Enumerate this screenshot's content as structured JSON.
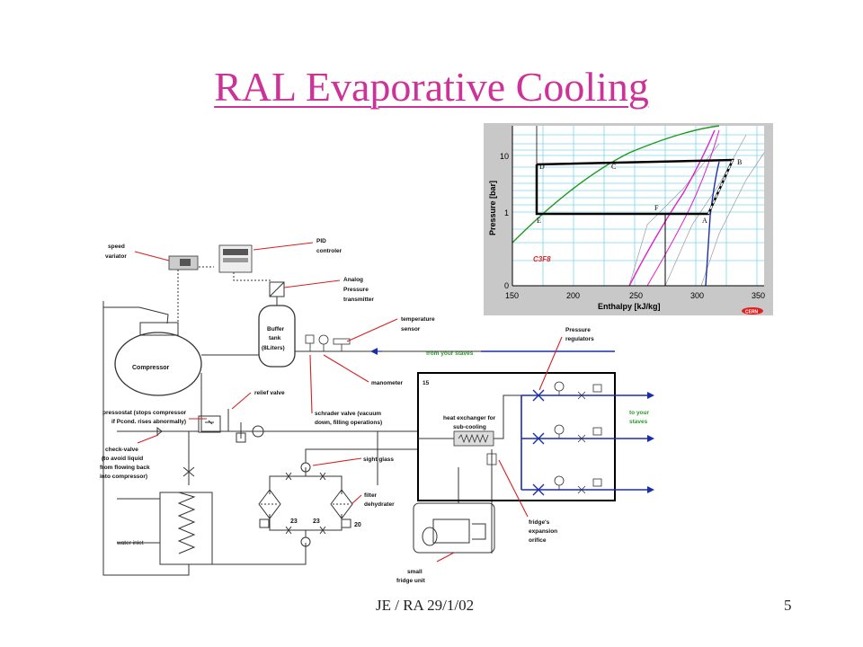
{
  "slide": {
    "title": "RAL Evaporative Cooling",
    "footer_left": "JE / RA 29/1/02",
    "page_number": "5"
  },
  "schematic": {
    "labels": {
      "speed_variator_1": "speed",
      "speed_variator_2": "variator",
      "pid_1": "PID",
      "pid_2": "controler",
      "analog_1": "Analog",
      "analog_2": "Pressure",
      "analog_3": "transmitter",
      "buffer_1": "Buffer",
      "buffer_2": "tank",
      "buffer_3": "(8Liters)",
      "temp_1": "temperature",
      "temp_2": "sensor",
      "compressor": "Compressor",
      "from_staves": "from your staves",
      "manometer": "manometer",
      "relief_valve": "relief valve",
      "pressostat_1": "pressostat (stops compressor",
      "pressostat_2": "if Pcond. rises abnormally)",
      "schrader_1": "schrader valve (vacuum",
      "schrader_2": "down, filling operations)",
      "checkvalve_1": "check-valve",
      "checkvalve_2": "(to avoid liquid",
      "checkvalve_3": "from flowing back",
      "checkvalve_4": "into compressor)",
      "sight_glass": "sight glass",
      "filter_1": "filter",
      "filter_2": "dehydrater",
      "water_inlet": "water inlet",
      "box_number": "15",
      "hx_1": "heat exchanger for",
      "hx_2": "sub-cooling",
      "pressure_reg_1": "Pressure",
      "pressure_reg_2": "regulators",
      "to_staves_1": "to your",
      "to_staves_2": "staves",
      "valve_23a": "23",
      "valve_23b": "23",
      "valve_20": "20",
      "expansion_1": "fridge's",
      "expansion_2": "expansion",
      "expansion_3": "orifice",
      "fridge_1": "small",
      "fridge_2": "fridge unit"
    }
  },
  "ph_diagram": {
    "refrigerant": "C3F8",
    "xlabel": "Enthalpy [kJ/kg]",
    "ylabel": "Pressure [bar]",
    "x_ticks": [
      "150",
      "200",
      "250",
      "300",
      "350"
    ],
    "y_ticks": [
      "10",
      "1",
      "0"
    ],
    "points": [
      "D",
      "C",
      "B",
      "E",
      "F",
      "A"
    ],
    "logo": "CERN"
  },
  "colors": {
    "title": "#cc3399",
    "leader": "#d42020",
    "flow_blue": "#1a2ea8",
    "staves_green": "#2b9a2b",
    "ph_background": "#c8c8c8",
    "ph_grid": "#7fd6ea",
    "ph_green": "#1e9a1e",
    "ph_magenta": "#e020c8"
  }
}
